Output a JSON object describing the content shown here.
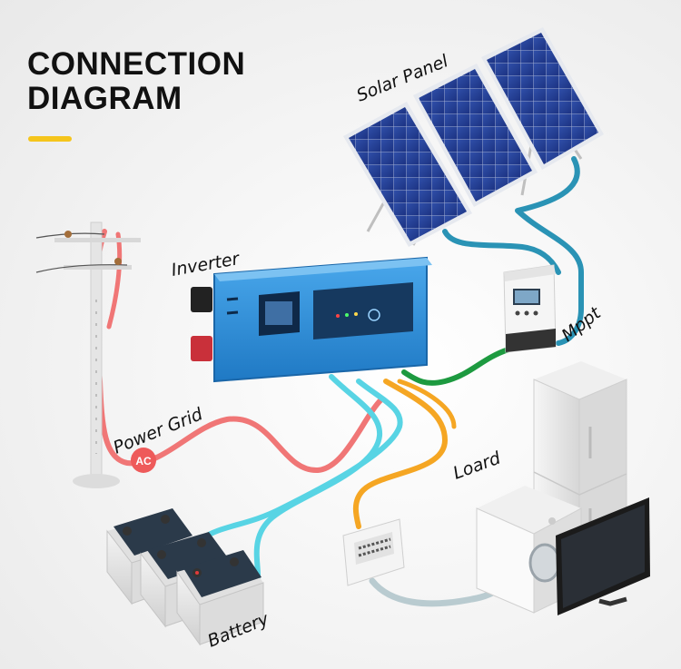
{
  "title": {
    "line1": "CONNECTION",
    "line2": "DIAGRAM"
  },
  "labels": {
    "solar_panel": "Solar Panel",
    "inverter": "Inverter",
    "mppt": "Mppt",
    "power_grid": "Power Grid",
    "ac_badge": "AC",
    "load": "Loard",
    "battery": "Battery"
  },
  "colors": {
    "grid_wire": "#f07676",
    "battery_wire": "#58d4e4",
    "load_wire": "#f5a623",
    "solar_wire": "#2a93b5",
    "mppt_wire": "#1d9a40",
    "appliance_wire": "#b9cbd0",
    "accent": "#f5c51c",
    "inverter_body": "#2a8dd8"
  }
}
